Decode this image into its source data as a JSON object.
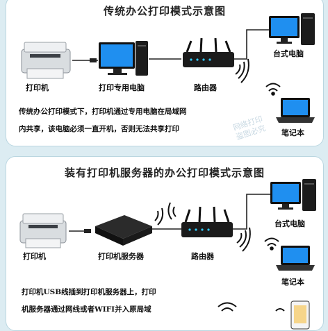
{
  "top": {
    "title": "传统办公打印模式示意图",
    "labels": {
      "printer": "打印机",
      "print_pc": "打印专用电脑",
      "router": "路由器",
      "desktop": "台式电脑",
      "laptop": "笔记本"
    },
    "desc_line1": "传统办公打印模式下，打印机通过专用电脑在局域网",
    "desc_line2": "内共享，该电脑必须一直开机，否则无法共享打印",
    "watermark_line1": "网络打印",
    "watermark_line2": "盗图必究"
  },
  "bottom": {
    "title": "装有打印机服务器的办公打印模式示意图",
    "labels": {
      "printer": "打印机",
      "print_server": "打印机服务器",
      "router": "路由器",
      "desktop": "台式电脑",
      "laptop": "笔记本"
    },
    "desc_line1": "打印机USB线插到打印机服务器上，打印",
    "desc_line2": "机服务器通过网线或者WIFI并入原局域"
  }
}
